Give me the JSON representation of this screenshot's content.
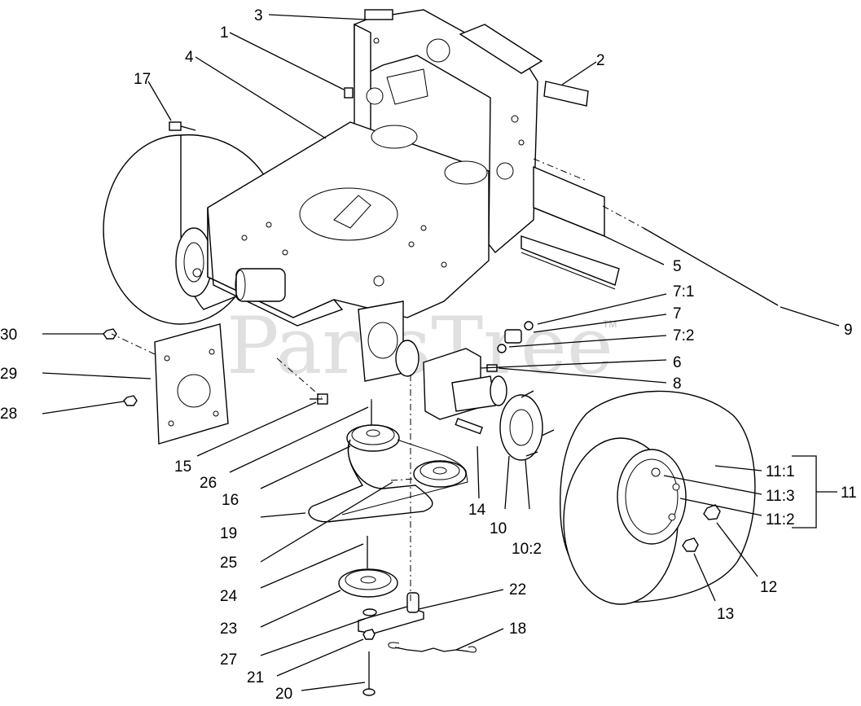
{
  "watermark": {
    "text": "PartsTree",
    "tm": "TM"
  },
  "callouts": [
    {
      "id": "c1",
      "text": "1"
    },
    {
      "id": "c2",
      "text": "2"
    },
    {
      "id": "c3",
      "text": "3"
    },
    {
      "id": "c4",
      "text": "4"
    },
    {
      "id": "c5",
      "text": "5"
    },
    {
      "id": "c6",
      "text": "6"
    },
    {
      "id": "c7",
      "text": "7"
    },
    {
      "id": "c7_1",
      "text": "7:1"
    },
    {
      "id": "c7_2",
      "text": "7:2"
    },
    {
      "id": "c8",
      "text": "8"
    },
    {
      "id": "c9",
      "text": "9"
    },
    {
      "id": "c10",
      "text": "10"
    },
    {
      "id": "c10_2",
      "text": "10:2"
    },
    {
      "id": "c11",
      "text": "11"
    },
    {
      "id": "c11_1",
      "text": "11:1"
    },
    {
      "id": "c11_3",
      "text": "11:3"
    },
    {
      "id": "c11_2",
      "text": "11:2"
    },
    {
      "id": "c12",
      "text": "12"
    },
    {
      "id": "c13",
      "text": "13"
    },
    {
      "id": "c14",
      "text": "14"
    },
    {
      "id": "c15",
      "text": "15"
    },
    {
      "id": "c16",
      "text": "16"
    },
    {
      "id": "c17",
      "text": "17"
    },
    {
      "id": "c18",
      "text": "18"
    },
    {
      "id": "c19",
      "text": "19"
    },
    {
      "id": "c20",
      "text": "20"
    },
    {
      "id": "c21",
      "text": "21"
    },
    {
      "id": "c22",
      "text": "22"
    },
    {
      "id": "c23",
      "text": "23"
    },
    {
      "id": "c24",
      "text": "24"
    },
    {
      "id": "c25",
      "text": "25"
    },
    {
      "id": "c26",
      "text": "26"
    },
    {
      "id": "c27",
      "text": "27"
    },
    {
      "id": "c28",
      "text": "28"
    },
    {
      "id": "c29",
      "text": "29"
    },
    {
      "id": "c30",
      "text": "30"
    }
  ]
}
